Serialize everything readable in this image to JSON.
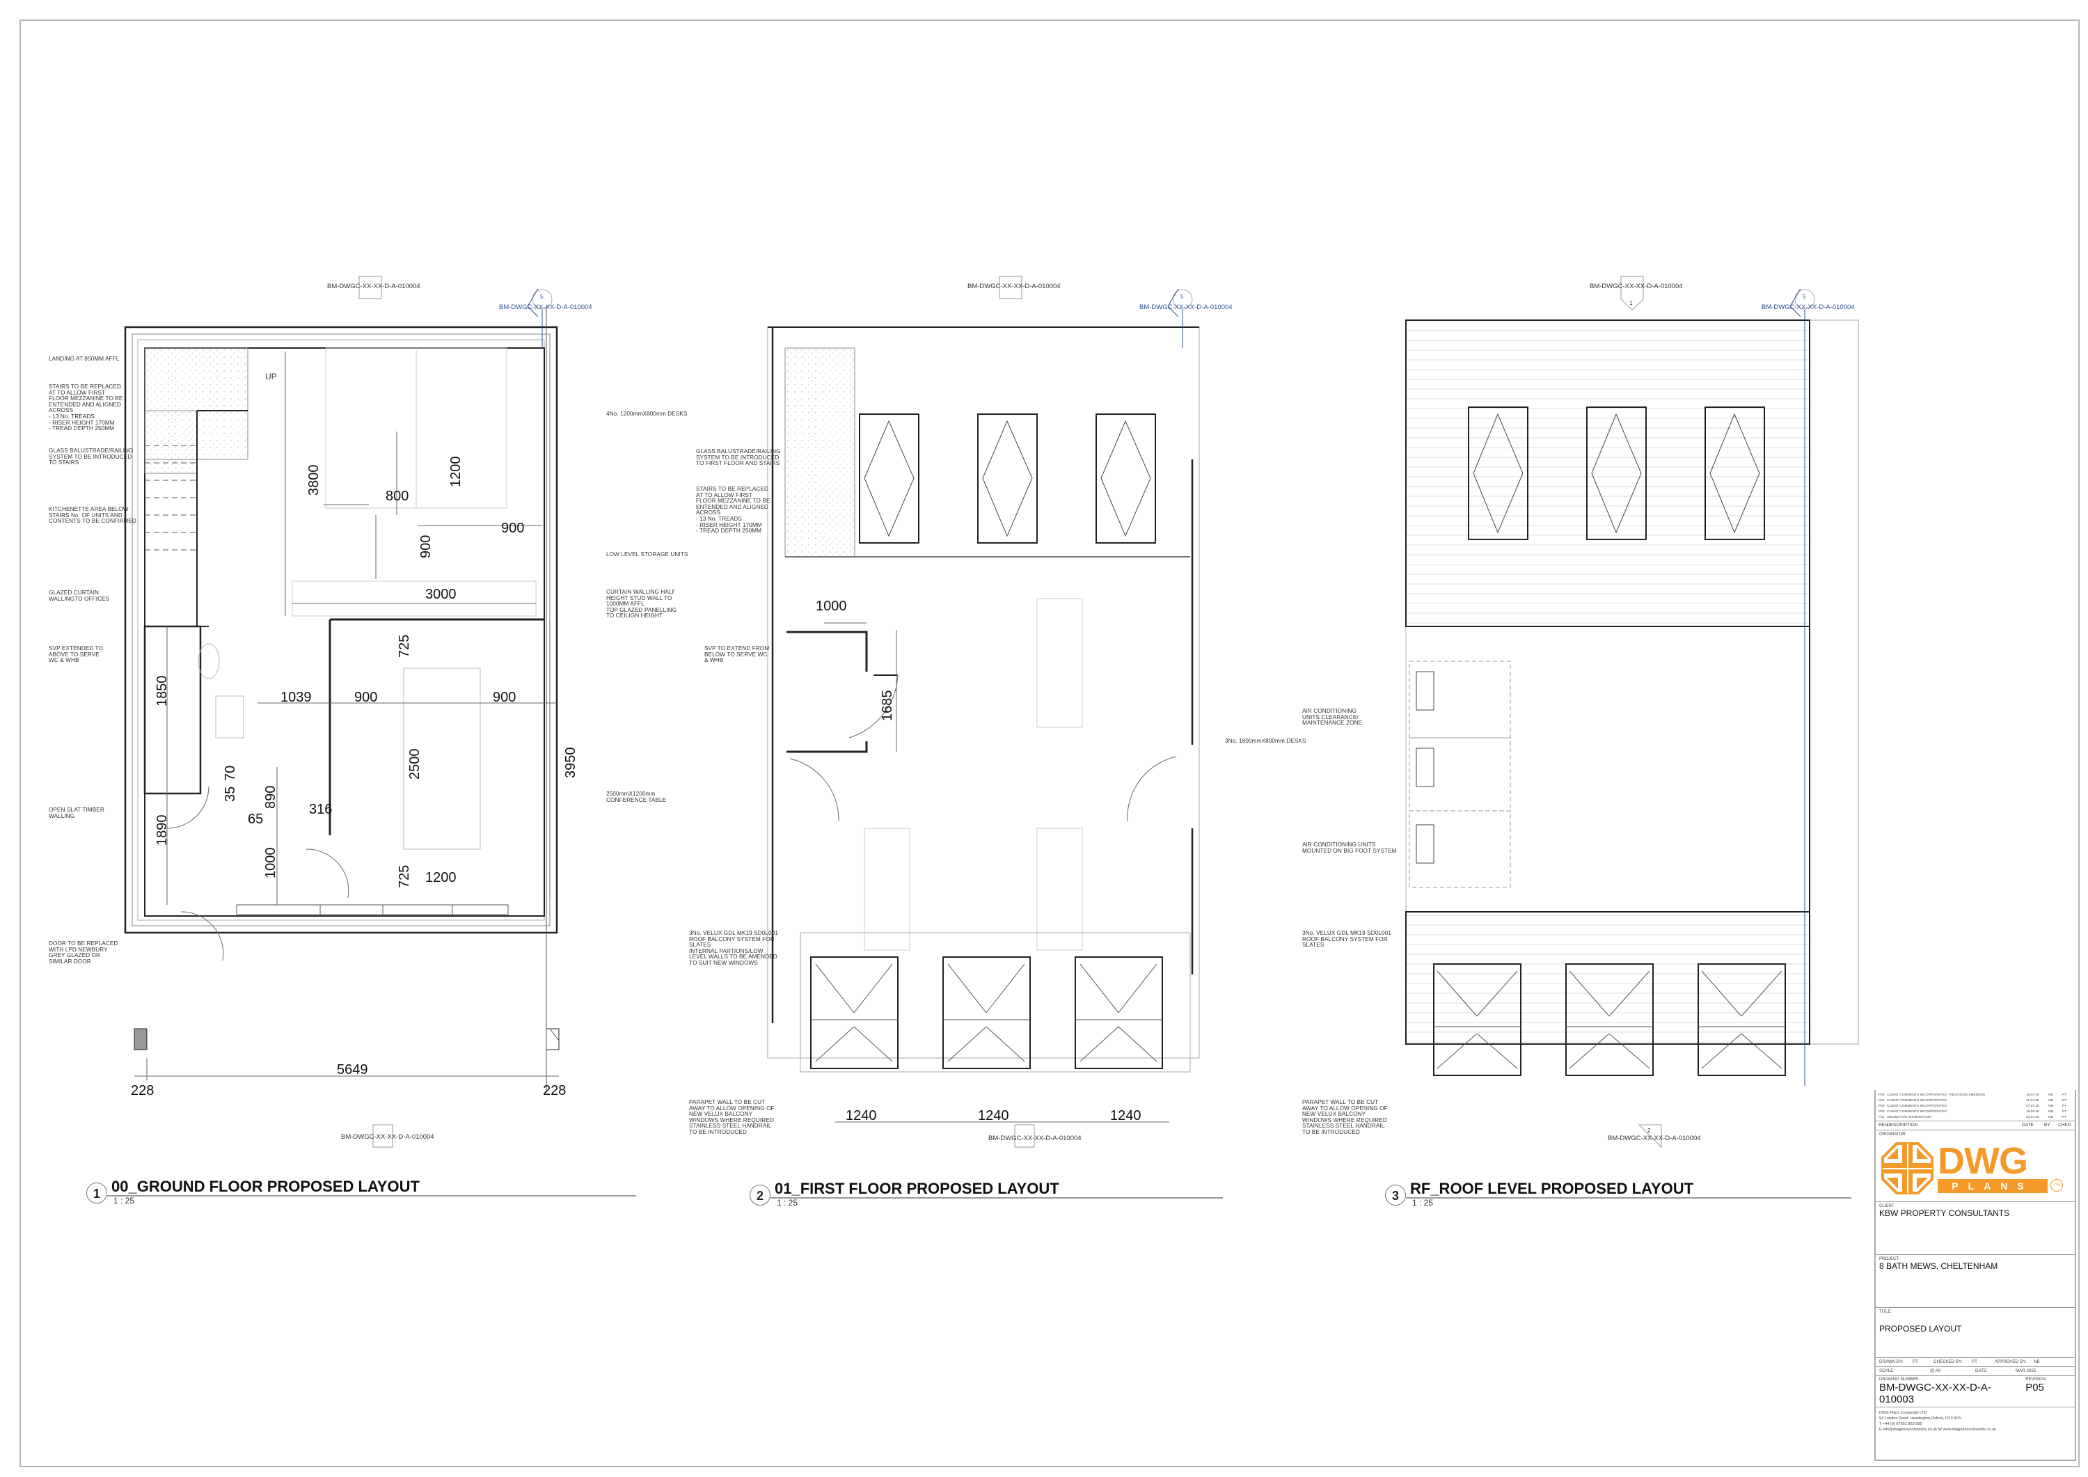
{
  "sheet": {
    "border_color": "#b5b5b5",
    "accent_color": "#f39a2b",
    "section_ref_color": "#2f4f8f"
  },
  "views": [
    {
      "number": "1",
      "title": "00_GROUND FLOOR PROPOSED LAYOUT",
      "scale": "1 : 25",
      "ref_top": "BM-DWGC-XX-XX-D-A-010004",
      "section_ref": {
        "number": "5",
        "label": "BM-DWGC-XX-XX-D-A-010004"
      },
      "ref_bottom": "BM-DWGC-XX-XX-D-A-010004",
      "stair_label": "UP",
      "notes": [
        "LANDING AT 850MM AFFL",
        "STAIRS TO BE REPLACED\nAT TO ALLOW FIRST\nFLOOR MEZZANINE TO BE\nENTENDED AND ALIGNED\nACROSS\n- 13 No. TREADS\n- RISER HEIGHT 170MM\n- TREAD DEPTH 250MM",
        "GLASS BALUSTRADE/RAILING\nSYSTEM TO BE INTRODUCED\nTO STAIRS",
        "KITCHENETTE AREA BELOW\nSTAIRS No. OF UNITS AND\nCONTENTS TO BE CONFIRMED",
        "GLAZED CURTAIN\nWALLINGTO OFFICES",
        "SVP EXTENDED TO\nABOVE TO SERVE\nWC & WHB",
        "OPEN SLAT TIMBER\nWALLING",
        "DOOR TO BE REPLACED\nWITH LPD NEWBURY\nGREY GLAZED OR\nSIMILAR DOOR"
      ],
      "notes_right": [
        "4No. 1200mmX800mm DESKS",
        "LOW LEVEL STORAGE UNITS",
        "CURTAIN WALLING HALF\nHEIGHT STUD WALL TO\n1000MM AFFL\nTOP GLAZED PANELLING\nTO CEILIGN HEIGHT",
        "2500mmX1200mm\nCONFERENCE TABLE"
      ],
      "dimensions": {
        "d3800": "3800",
        "d800": "800",
        "d1200": "1200",
        "d900a": "900",
        "d900b": "900",
        "d3000": "3000",
        "d725a": "725",
        "d1850": "1850",
        "d1039": "1039",
        "d900c": "900",
        "d900d": "900",
        "d2500": "2500",
        "d3950": "3950",
        "d70": "70",
        "d35": "35",
        "d890": "890",
        "d65": "65",
        "d316": "316",
        "d1890": "1890",
        "d1000": "1000",
        "d725b": "725",
        "d1200b": "1200",
        "d5649": "5649",
        "d228a": "228",
        "d228b": "228"
      }
    },
    {
      "number": "2",
      "title": "01_FIRST FLOOR PROPOSED LAYOUT",
      "scale": "1 : 25",
      "ref_top": "BM-DWGC-XX-XX-D-A-010004",
      "section_ref": {
        "number": "5",
        "label": "BM-DWGC-XX-XX-D-A-010004"
      },
      "ref_bottom": "BM-DWGC-XX-XX-D-A-010004",
      "notes": [
        "GLASS BALUSTRADE/RAILING\nSYSTEM TO BE INTRODUCED\nTO FIRST FLOOR AND STAIRS",
        "STAIRS TO BE REPLACED\nAT TO ALLOW FIRST\nFLOOR MEZZANINE TO BE\nENTENDED AND ALIGNED\nACROSS\n- 13 No. TREADS\n- RISER HEIGHT 170MM\n- TREAD DEPTH 250MM",
        "SVP TO EXTEND FROM\nBELOW TO SERVE WC\n& WHB",
        "3No. VELUX GDL MK19 SD0L001\nROOF BALCONY SYSTEM FOR\nSLATES\nINTERNAL PARTIONS/LOW\nLEVEL WALLS TO BE AMENDED\nTO SUIT NEW WINDOWS",
        "PARAPET WALL TO BE CUT\nAWAY TO ALLOW OPENING OF\nNEW VELUX BALCONY\nWINDOWS WHERE REQUIRED\nSTAINLESS STEEL HANDRAIL\nTO BE INTRODUCED"
      ],
      "notes_right": [
        "3No. 1800mmX800mm DESKS"
      ],
      "dimensions": {
        "d1000": "1000",
        "d1685": "1685",
        "d1240a": "1240",
        "d1240b": "1240",
        "d1240c": "1240"
      }
    },
    {
      "number": "3",
      "title": "RF_ROOF LEVEL PROPOSED LAYOUT",
      "scale": "1 : 25",
      "ref_top": "BM-DWGC-XX-XX-D-A-010004",
      "ref_top_number": "1",
      "section_ref": {
        "number": "5",
        "label": "BM-DWGC-XX-XX-D-A-010004"
      },
      "ref_bottom": "BM-DWGC-XX-XX-D-A-010004",
      "ref_bottom_number": "2",
      "notes": [
        "AIR CONDITIONING\nUNITS CLEARANCE/\nMAINTENANCE ZONE",
        "AIR CONDITIONING UNITS\nMOUNTED ON BIG FOOT SYSTEM",
        "3No. VELUX GDL MK19 SD0L001\nROOF BALCONY SYSTEM FOR\nSLATES",
        "PARAPET WALL TO BE CUT\nAWAY TO ALLOW OPENING OF\nNEW VELUX BALCONY\nWINDOWS WHERE REQUIRED\nSTAINLESS STEEL HANDRAIL\nTO BE INTRODUCED"
      ]
    }
  ],
  "title_block": {
    "revisions": [
      {
        "rev": "P05",
        "description": "CLIENT COMMENTS INCORPORATED - REVISIONS AMENDED",
        "date": "16.07.25",
        "by": "NB",
        "chkd": "PT"
      },
      {
        "rev": "P04",
        "description": "CLIENT COMMENTS INCORPORATED",
        "date": "11.07.25",
        "by": "NB",
        "chkd": "PT"
      },
      {
        "rev": "P03",
        "description": "CLIENT COMMENTS INCORPORATED",
        "date": "07.07.25",
        "by": "NB",
        "chkd": "PT"
      },
      {
        "rev": "P02",
        "description": "CLIENT COMMENTS INCORPORATED",
        "date": "19.05.25",
        "by": "NB",
        "chkd": "PT"
      },
      {
        "rev": "P01",
        "description": "ISSUED FOR INFORMATION",
        "date": "23.04.25",
        "by": "NB",
        "chkd": "PT"
      }
    ],
    "rev_headers": {
      "rev": "REV",
      "description": "DESCRIPTION",
      "date": "DATE",
      "by": "BY",
      "chkd": "CHKD"
    },
    "originator_label": "ORIGINATOR:",
    "logo": {
      "word1": "DWG",
      "word2": "PLANS",
      "tm": "TM"
    },
    "client_label": "CLIENT:",
    "client": "KBW PROPERTY CONSULTANTS",
    "project_label": "PROJECT:",
    "project": "8 BATH MEWS, CHELTENHAM",
    "title_label": "TITLE:",
    "title": "PROPOSED LAYOUT",
    "drawn_by_label": "DRAWN BY:",
    "drawn_by": "PT",
    "checked_by_label": "CHECKED BY:",
    "checked_by": "PT",
    "approved_by_label": "APPROVED BY:",
    "approved_by": "NB",
    "scale_label": "SCALE:",
    "scale": "@ A0",
    "date_label": "DATE:",
    "date": "MAR 2025",
    "drawing_number_label": "DRAWING NUMBER:",
    "drawing_number": "BM-DWGC-XX-XX-D-A-010003",
    "revision_label": "REVISION:",
    "revision": "P05",
    "company": {
      "name": "DWG Plans Cotswolds LTD",
      "address": "94 London Road, Headington,Oxford, OX3 9FN",
      "phone": "T +44 (0) 07951 863 585",
      "email_web": "E info@dwgplanscotswolds.co.uk W www.dwgplanscotswolds.co.uk"
    }
  }
}
